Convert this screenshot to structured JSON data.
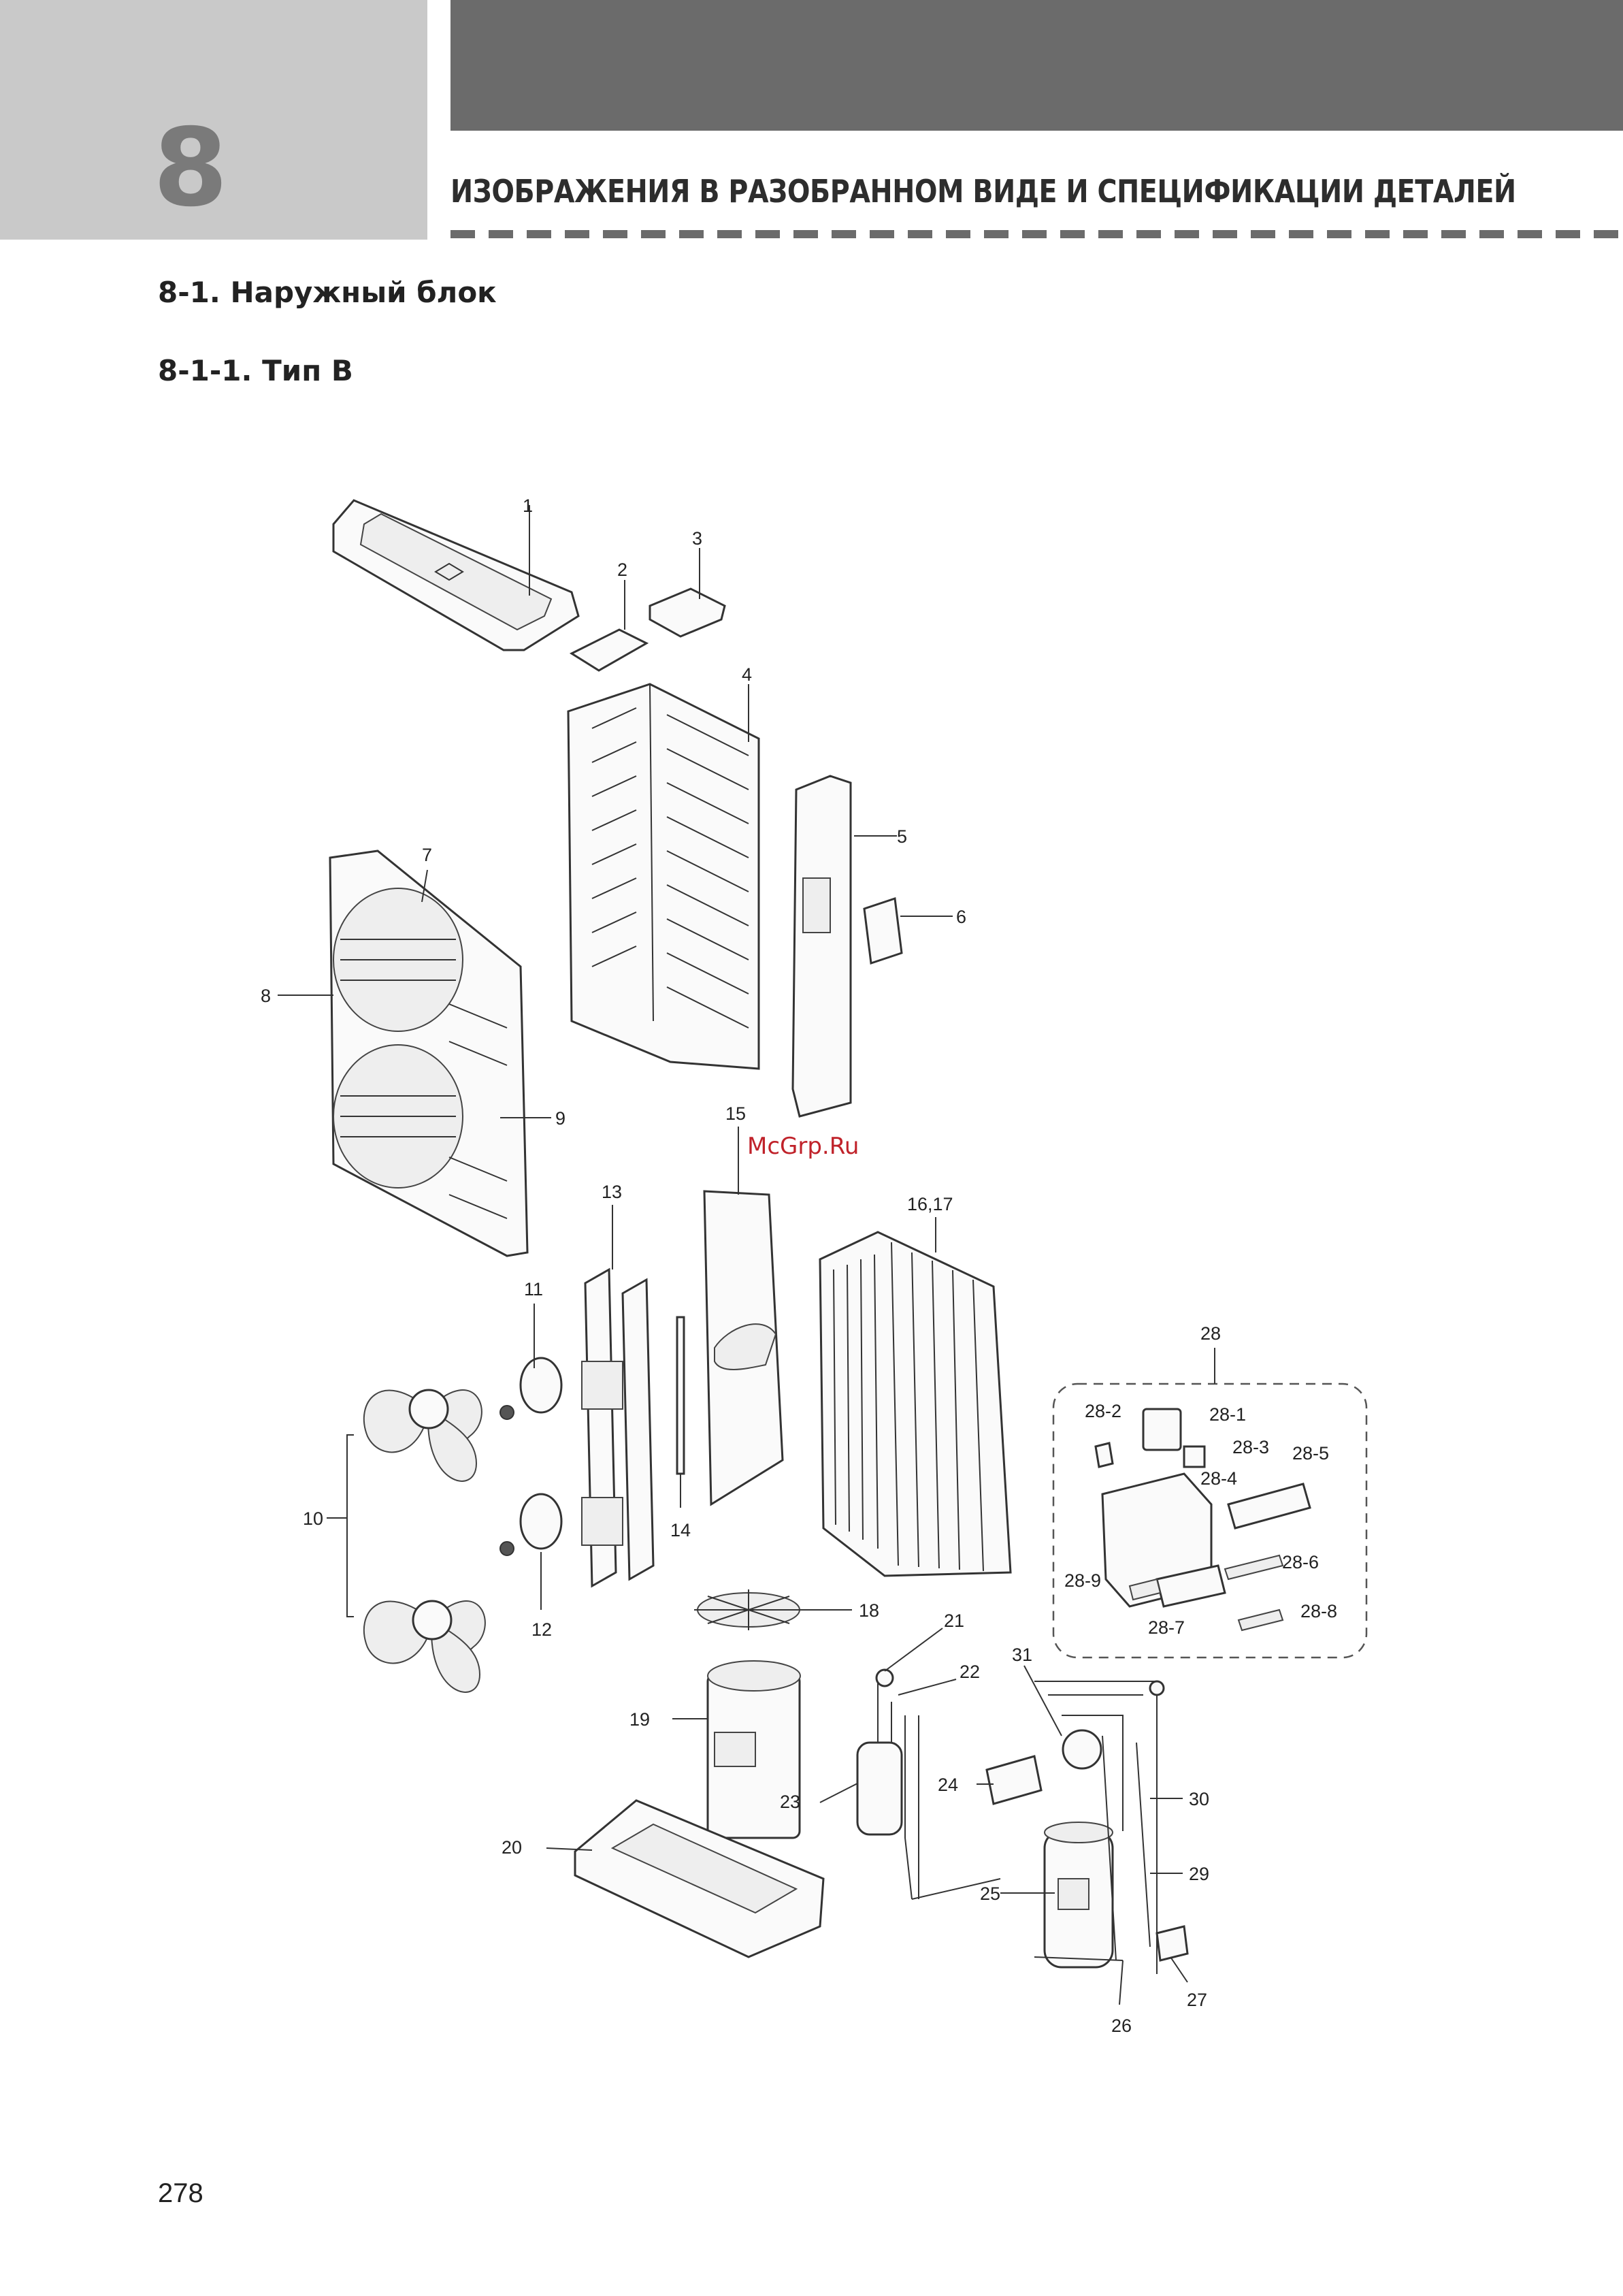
{
  "header": {
    "chapter_number": "8",
    "title": "ИЗОБРАЖЕНИЯ В РАЗОБРАННОМ ВИДЕ И СПЕЦИФИКАЦИИ ДЕТАЛЕЙ"
  },
  "section": {
    "title": "8-1. Наружный блок",
    "subtitle": "8-1-1. Тип B"
  },
  "watermark": "McGrp.Ru",
  "page_number": "278",
  "part_labels": {
    "p1": "1",
    "p2": "2",
    "p3": "3",
    "p4": "4",
    "p5": "5",
    "p6": "6",
    "p7": "7",
    "p8": "8",
    "p9": "9",
    "p10": "10",
    "p11": "11",
    "p12": "12",
    "p13": "13",
    "p14": "14",
    "p15": "15",
    "p16_17": "16,17",
    "p18": "18",
    "p19": "19",
    "p20": "20",
    "p21": "21",
    "p22": "22",
    "p23": "23",
    "p24": "24",
    "p25": "25",
    "p26": "26",
    "p27": "27",
    "p28": "28",
    "p28_1": "28-1",
    "p28_2": "28-2",
    "p28_3": "28-3",
    "p28_4": "28-4",
    "p28_5": "28-5",
    "p28_6": "28-6",
    "p28_7": "28-7",
    "p28_8": "28-8",
    "p28_9": "28-9",
    "p29": "29",
    "p30": "30",
    "p31": "31"
  }
}
